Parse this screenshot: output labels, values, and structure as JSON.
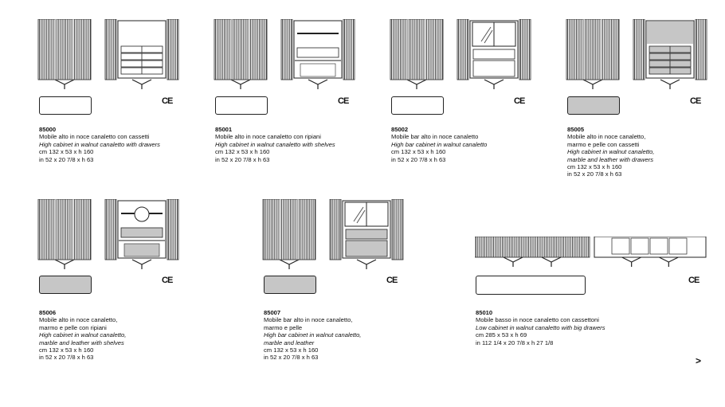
{
  "colors": {
    "swatch_walnut": "#ffffff",
    "swatch_marble": "#c6c6c6",
    "line": "#222222"
  },
  "ce_mark": "CE",
  "next_arrow": ">",
  "products": [
    {
      "code": "85000",
      "it": [
        "Mobile alto in noce canaletto con cassetti"
      ],
      "en": [
        "High cabinet in walnut canaletto with drawers"
      ],
      "cm": "cm 132 x 53 x h 160",
      "in": "in 52 x 20 7/8 x h 63",
      "swatch": "#ffffff"
    },
    {
      "code": "85001",
      "it": [
        "Mobile alto in noce canaletto con ripiani"
      ],
      "en": [
        "High cabinet in walnut canaletto with shelves"
      ],
      "cm": "cm 132 x 53 x h 160",
      "in": "in 52 x 20 7/8 x h 63",
      "swatch": "#ffffff"
    },
    {
      "code": "85002",
      "it": [
        "Mobile bar alto in noce canaletto"
      ],
      "en": [
        "High bar cabinet in walnut canaletto"
      ],
      "cm": "cm 132 x 53 x h 160",
      "in": "in 52 x 20 7/8 x h 63",
      "swatch": "#ffffff"
    },
    {
      "code": "85005",
      "it": [
        "Mobile alto in noce canaletto,",
        "marmo e pelle con cassetti"
      ],
      "en": [
        "High cabinet in walnut canaletto,",
        "marble and leather with drawers"
      ],
      "cm": "cm 132 x 53 x h 160",
      "in": "in 52 x 20 7/8 x h 63",
      "swatch": "#c6c6c6"
    },
    {
      "code": "85006",
      "it": [
        "Mobile alto in noce canaletto,",
        "marmo e pelle con ripiani"
      ],
      "en": [
        "High cabinet in walnut canaletto,",
        "marble and leather with shelves"
      ],
      "cm": "cm 132 x 53 x h 160",
      "in": "in 52 x 20 7/8 x h 63",
      "swatch": "#c6c6c6"
    },
    {
      "code": "85007",
      "it": [
        "Mobile bar alto in noce canaletto,",
        "marmo e pelle"
      ],
      "en": [
        "High bar cabinet in walnut canaletto,",
        "marble and leather"
      ],
      "cm": "cm 132 x 53 x h 160",
      "in": "in 52 x 20 7/8 x h 63",
      "swatch": "#c6c6c6"
    },
    {
      "code": "85010",
      "it": [
        "Mobile basso in noce canaletto con cassettoni"
      ],
      "en": [
        "Low cabinet in walnut canaletto with big drawers"
      ],
      "cm": "cm 285 x 53 x h 69",
      "in": "in 112 1/4 x 20 7/8 x h 27 1/8",
      "swatch": "#ffffff"
    }
  ]
}
